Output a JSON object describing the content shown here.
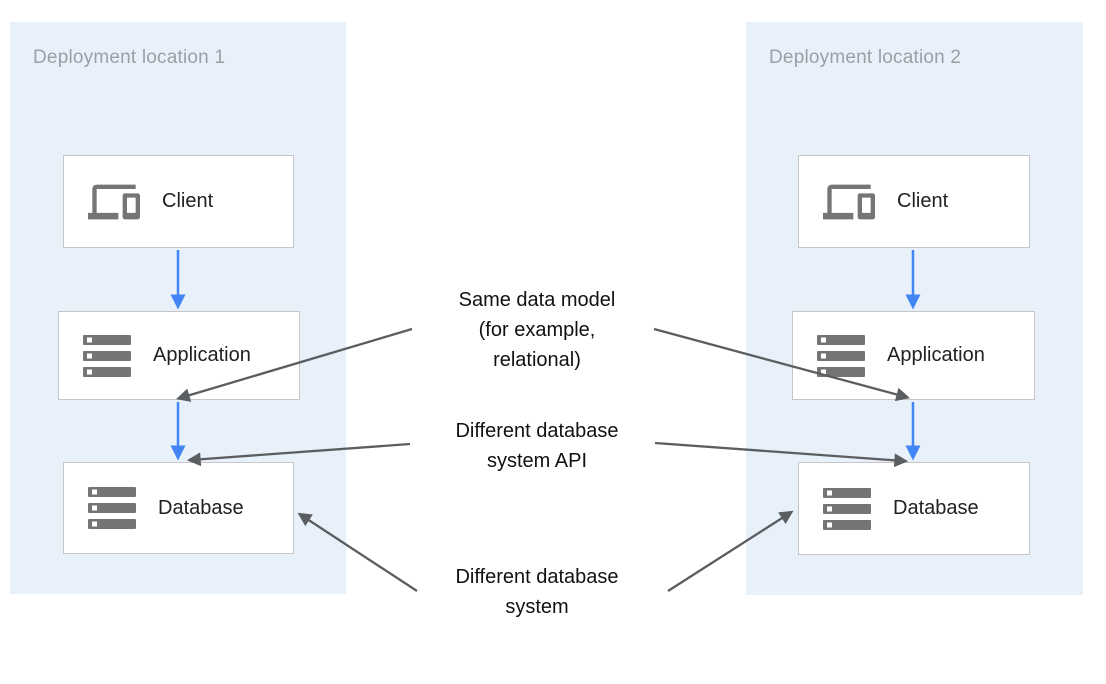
{
  "diagram": {
    "panels": [
      {
        "title": "Deployment location 1",
        "boxes": [
          {
            "label": "Client",
            "icon": "devices-icon"
          },
          {
            "label": "Application",
            "icon": "server-stack-icon"
          },
          {
            "label": "Database",
            "icon": "server-stack-icon"
          }
        ]
      },
      {
        "title": "Deployment location 2",
        "boxes": [
          {
            "label": "Client",
            "icon": "devices-icon"
          },
          {
            "label": "Application",
            "icon": "server-stack-icon"
          },
          {
            "label": "Database",
            "icon": "server-stack-icon"
          }
        ]
      }
    ],
    "annotations": [
      {
        "id": "same-data-model",
        "lines": [
          "Same data model",
          "(for example,",
          "relational)"
        ]
      },
      {
        "id": "different-database-system-api",
        "lines": [
          "Different database",
          "system API"
        ]
      },
      {
        "id": "different-database-system",
        "lines": [
          "Different database",
          "system"
        ]
      }
    ],
    "flows": [
      {
        "from": "Client",
        "to": "Application",
        "panel": "Deployment location 1"
      },
      {
        "from": "Application",
        "to": "Database",
        "panel": "Deployment location 1"
      },
      {
        "from": "Client",
        "to": "Application",
        "panel": "Deployment location 2"
      },
      {
        "from": "Application",
        "to": "Database",
        "panel": "Deployment location 2"
      }
    ],
    "colors": {
      "panel_background": "#E8F1FA",
      "panel_title_gray": "#9AA0A6",
      "box_border": "#C6C6C6",
      "box_background": "#FFFFFF",
      "label_text": "#212121",
      "annotation_text": "#111111",
      "icon_gray": "#757575",
      "flow_arrow_blue": "#4285F4",
      "annotation_arrow_gray": "#5B5E61"
    }
  }
}
